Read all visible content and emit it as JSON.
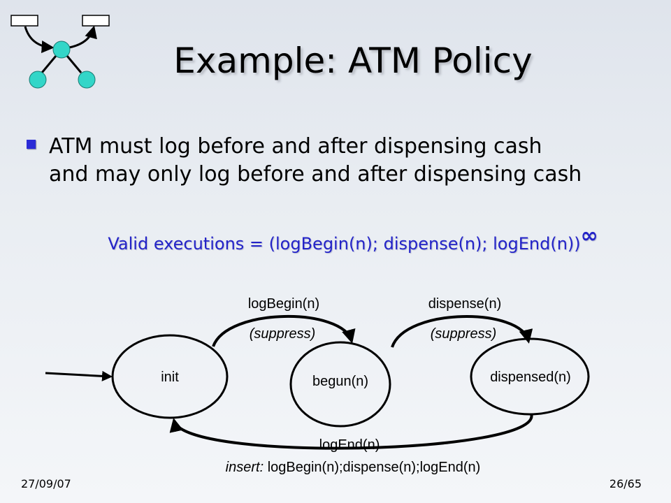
{
  "slide": {
    "title": "Example: ATM Policy",
    "bullet_lines": [
      "ATM must log before and after dispensing cash",
      "and may only log before and after dispensing cash"
    ],
    "formula": "Valid executions = (logBegin(n); dispense(n); logEnd(n))",
    "formula_sup": "∞",
    "footer_date": "27/09/07",
    "footer_page": "26/65"
  },
  "diagram": {
    "states": {
      "init": "init",
      "begun": "begun(n)",
      "dispensed": "dispensed(n)"
    },
    "transitions": {
      "log_begin": {
        "action": "logBegin(n)",
        "effect": "(suppress)"
      },
      "dispense": {
        "action": "dispense(n)",
        "effect": "(suppress)"
      },
      "log_end": {
        "action": "logEnd(n)",
        "effect_prefix": "insert:",
        "effect_body": " logBegin(n);dispense(n);logEnd(n)"
      }
    }
  },
  "colors": {
    "bullet": "#2b2bd6",
    "formula": "#2323c8",
    "logo_node": "#33d6c8"
  }
}
